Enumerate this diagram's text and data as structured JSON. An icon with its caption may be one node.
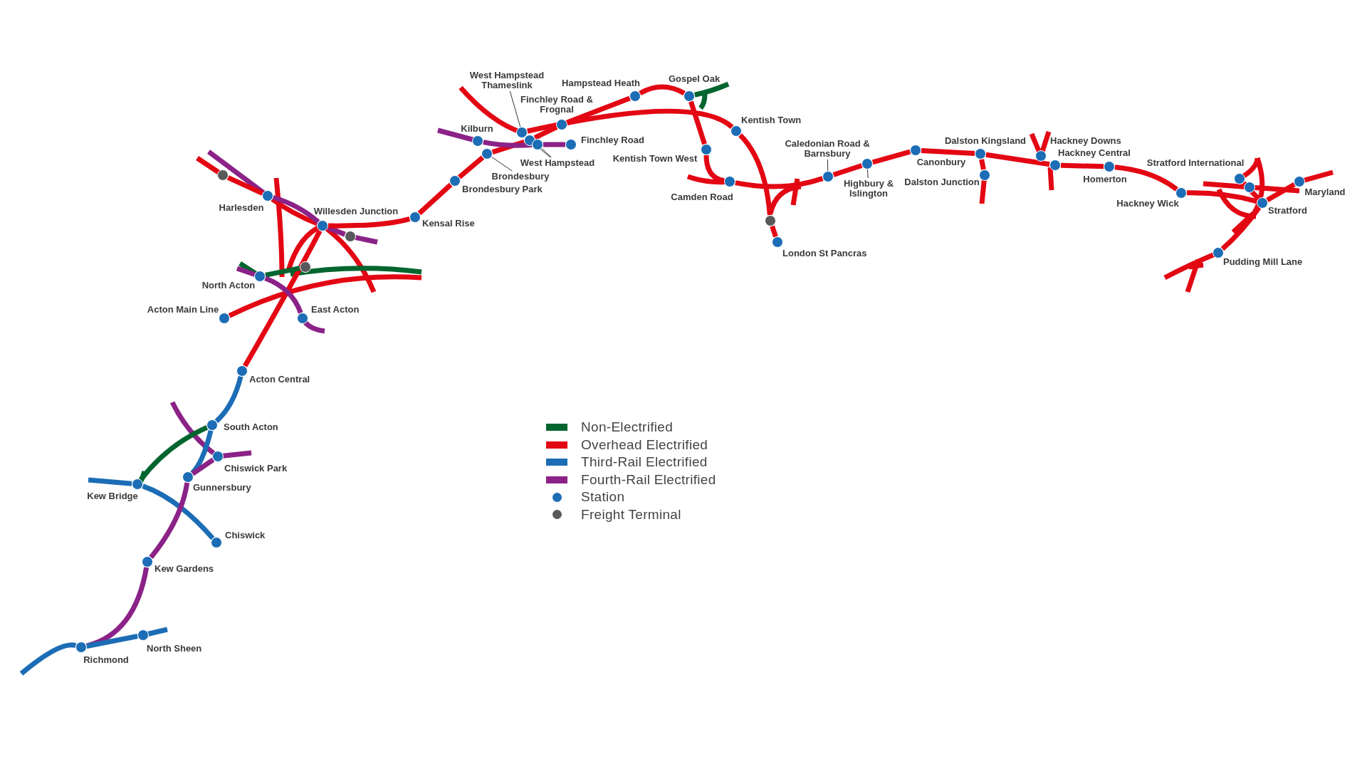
{
  "diagram": {
    "nodes": [
      {
        "text": [],
        "shape": "circle"
      },
      {
        "text": [],
        "shape": "circle",
        "beside": [
          "Harlesden"
        ]
      },
      {
        "text": [],
        "shape": "circle",
        "beside": [
          "Willesden Junction"
        ]
      },
      {
        "text": [],
        "shape": "circle"
      },
      {
        "text": [],
        "shape": "circle",
        "beside": [
          "Kensal Rise"
        ]
      },
      {
        "text": [],
        "shape": "circle"
      },
      {
        "text": [],
        "shape": "circle",
        "beside": [
          "North Acton"
        ]
      },
      {
        "text": [],
        "shape": "circle",
        "beside": [
          "Acton Main Line"
        ]
      },
      {
        "text": [],
        "shape": "circle",
        "beside": [
          "East Acton"
        ]
      },
      {
        "text": [],
        "shape": "circle",
        "beside": [
          "Acton Central"
        ]
      },
      {
        "text": [],
        "shape": "circle",
        "beside": [
          "South Acton"
        ]
      },
      {
        "text": [],
        "shape": "circle",
        "beside": [
          "Chiswick Park"
        ]
      },
      {
        "text": [],
        "shape": "circle",
        "beside": [
          "Gunnersbury"
        ]
      },
      {
        "text": [],
        "shape": "circle",
        "beside": [
          "Kew Bridge"
        ]
      },
      {
        "text": [],
        "shape": "circle",
        "beside": [
          "Chiswick"
        ]
      },
      {
        "text": [],
        "shape": "circle",
        "beside": [
          "Kew Gardens"
        ]
      },
      {
        "text": [],
        "shape": "circle",
        "beside": [
          "North Sheen"
        ]
      },
      {
        "text": [],
        "shape": "circle",
        "beside": [
          "Richmond"
        ]
      },
      {
        "text": [],
        "shape": "circle",
        "beside": [
          "Brondesbury Park"
        ]
      },
      {
        "text": [],
        "shape": "circle"
      },
      {
        "text": [
          "Brondesbury"
        ]
      },
      {
        "text": [],
        "shape": "circle",
        "beside": [
          "Kilburn"
        ]
      },
      {
        "text": [],
        "shape": "circle"
      },
      {
        "text": [
          "West Hampstead Thameslink"
        ]
      },
      {
        "text": [],
        "shape": "circle"
      },
      {
        "text": [],
        "shape": "circle"
      },
      {
        "text": [
          "West Hampstead"
        ]
      },
      {
        "text": [],
        "shape": "circle",
        "beside": [
          "Finchley Road & Frognal"
        ]
      },
      {
        "text": [],
        "shape": "circle",
        "beside": [
          "Finchley Road"
        ]
      },
      {
        "text": [],
        "shape": "circle",
        "beside": [
          "Hampstead Heath"
        ]
      },
      {
        "text": [],
        "shape": "circle",
        "beside": [
          "Gospel Oak"
        ]
      },
      {
        "text": [],
        "shape": "circle",
        "beside": [
          "Kentish Town"
        ]
      },
      {
        "text": [],
        "shape": "circle",
        "beside": [
          "Kentish Town West"
        ]
      },
      {
        "text": [],
        "shape": "circle",
        "beside": [
          "Camden Road"
        ]
      },
      {
        "text": [],
        "shape": "circle"
      },
      {
        "text": [],
        "shape": "circle",
        "beside": [
          "London St Pancras"
        ]
      },
      {
        "text": [],
        "shape": "circle"
      },
      {
        "text": [
          "Caledonian Road & Barnsbury"
        ]
      },
      {
        "text": [],
        "shape": "circle"
      },
      {
        "text": [
          "Highbury & Islington"
        ]
      },
      {
        "text": [],
        "shape": "circle",
        "beside": [
          "Canonbury"
        ]
      },
      {
        "text": [],
        "shape": "circle",
        "beside": [
          "Dalston Kingsland"
        ]
      },
      {
        "text": [],
        "shape": "circle",
        "beside": [
          "Dalston Junction"
        ]
      },
      {
        "text": [],
        "shape": "circle",
        "beside": [
          "Hackney Downs"
        ]
      },
      {
        "text": [],
        "shape": "circle",
        "beside": [
          "Hackney Central"
        ]
      },
      {
        "text": [],
        "shape": "circle",
        "beside": [
          "Homerton"
        ]
      },
      {
        "text": [],
        "shape": "circle",
        "beside": [
          "Hackney Wick"
        ]
      },
      {
        "text": [],
        "shape": "circle",
        "beside": [
          "Stratford International"
        ]
      },
      {
        "text": [],
        "shape": "circle"
      },
      {
        "text": [],
        "shape": "circle",
        "beside": [
          "Stratford"
        ]
      },
      {
        "text": [],
        "shape": "circle",
        "beside": [
          "Maryland"
        ]
      },
      {
        "text": [],
        "shape": "circle",
        "beside": [
          "Pudding Mill Lane"
        ]
      }
    ],
    "edges": [
      {
        "from": 0,
        "to": 1,
        "arrow": "none",
        "color": "#e30613"
      },
      {
        "from": 1,
        "to": 2,
        "arrow": "none",
        "color": "#e30613"
      },
      {
        "from": 1,
        "to": 2,
        "arrow": "none",
        "color": "#8b2287"
      },
      {
        "from": 2,
        "to": 3,
        "arrow": "none",
        "color": "#8b2287"
      },
      {
        "from": 2,
        "to": 4,
        "arrow": "none",
        "color": "#e30613"
      },
      {
        "from": 4,
        "to": 18,
        "arrow": "none",
        "color": "#e30613"
      },
      {
        "from": 18,
        "to": 19,
        "arrow": "none",
        "color": "#e30613"
      },
      {
        "from": 19,
        "to": 24,
        "arrow": "none",
        "color": "#e30613"
      },
      {
        "from": 24,
        "to": 27,
        "arrow": "none",
        "color": "#e30613"
      },
      {
        "from": 27,
        "to": 29,
        "arrow": "none",
        "color": "#e30613"
      },
      {
        "from": 29,
        "to": 30,
        "arrow": "none",
        "color": "#e30613"
      },
      {
        "from": 30,
        "to": 32,
        "arrow": "none",
        "color": "#e30613"
      },
      {
        "from": 32,
        "to": 33,
        "arrow": "none",
        "color": "#e30613"
      },
      {
        "from": 33,
        "to": 36,
        "arrow": "none",
        "color": "#e30613"
      },
      {
        "from": 36,
        "to": 38,
        "arrow": "none",
        "color": "#e30613"
      },
      {
        "from": 38,
        "to": 40,
        "arrow": "none",
        "color": "#e30613"
      },
      {
        "from": 40,
        "to": 41,
        "arrow": "none",
        "color": "#e30613"
      },
      {
        "from": 41,
        "to": 44,
        "arrow": "none",
        "color": "#e30613"
      },
      {
        "from": 44,
        "to": 45,
        "arrow": "none",
        "color": "#e30613"
      },
      {
        "from": 45,
        "to": 46,
        "arrow": "none",
        "color": "#e30613"
      },
      {
        "from": 46,
        "to": 49,
        "arrow": "none",
        "color": "#e30613"
      },
      {
        "from": 41,
        "to": 42,
        "arrow": "none",
        "color": "#e30613"
      },
      {
        "from": 22,
        "to": 31,
        "arrow": "none",
        "color": "#e30613"
      },
      {
        "from": 31,
        "to": 34,
        "arrow": "none",
        "color": "#e30613"
      },
      {
        "from": 34,
        "to": 35,
        "arrow": "none",
        "color": "#e30613"
      },
      {
        "from": 49,
        "to": 50,
        "arrow": "none",
        "color": "#e30613"
      },
      {
        "from": 49,
        "to": 51,
        "arrow": "none",
        "color": "#e30613"
      },
      {
        "from": 47,
        "to": 49,
        "arrow": "none",
        "color": "#e30613"
      },
      {
        "from": 2,
        "to": 9,
        "arrow": "none",
        "color": "#e30613"
      },
      {
        "from": 7,
        "to": null,
        "arrow": "none",
        "color": "#e30613"
      },
      {
        "from": 6,
        "to": 5,
        "arrow": "none",
        "color": "#00652e"
      },
      {
        "from": 6,
        "to": 8,
        "arrow": "none",
        "color": "#8b2287"
      },
      {
        "from": 21,
        "to": 25,
        "arrow": "none",
        "color": "#8b2287"
      },
      {
        "from": 25,
        "to": 28,
        "arrow": "none",
        "color": "#8b2287"
      },
      {
        "from": 9,
        "to": 10,
        "arrow": "none",
        "color": "#1c6db5"
      },
      {
        "from": 10,
        "to": 12,
        "arrow": "none",
        "color": "#1c6db5"
      },
      {
        "from": 10,
        "to": 13,
        "arrow": "none",
        "color": "#00652e"
      },
      {
        "from": 13,
        "to": 14,
        "arrow": "none",
        "color": "#1c6db5"
      },
      {
        "from": 13,
        "to": null,
        "arrow": "none",
        "color": "#1c6db5"
      },
      {
        "from": 11,
        "to": 12,
        "arrow": "none",
        "color": "#8b2287"
      },
      {
        "from": 12,
        "to": 15,
        "arrow": "none",
        "color": "#8b2287"
      },
      {
        "from": 15,
        "to": 17,
        "arrow": "none",
        "color": "#8b2287"
      },
      {
        "from": 17,
        "to": 16,
        "arrow": "none",
        "color": "#1c6db5"
      },
      {
        "from": 17,
        "to": null,
        "arrow": "none",
        "color": "#1c6db5"
      },
      {
        "from": 30,
        "to": null,
        "arrow": "none",
        "color": "#00652e"
      },
      {
        "from": 20,
        "to": 19,
        "arrow": "none",
        "color": "#333333"
      },
      {
        "from": 23,
        "to": 22,
        "arrow": "none",
        "color": "#333333"
      },
      {
        "from": 26,
        "to": 24,
        "arrow": "none",
        "color": "#333333"
      },
      {
        "from": 26,
        "to": 25,
        "arrow": "none",
        "color": "#333333"
      },
      {
        "from": 37,
        "to": 36,
        "arrow": "none",
        "color": "#333333"
      },
      {
        "from": 39,
        "to": 38,
        "arrow": "none",
        "color": "#333333"
      }
    ],
    "legend": [
      {
        "text": "Non-Electrified",
        "color": "#00652e"
      },
      {
        "text": "Overhead Electrified",
        "color": "#e30613"
      },
      {
        "text": "Third-Rail Electrified",
        "color": "#1c6db5"
      },
      {
        "text": "Fourth-Rail Electrified",
        "color": "#8b2287"
      },
      {
        "text": "Station",
        "color": "#1c6db5"
      },
      {
        "text": "Freight Terminal",
        "color": "#58595b"
      }
    ]
  }
}
